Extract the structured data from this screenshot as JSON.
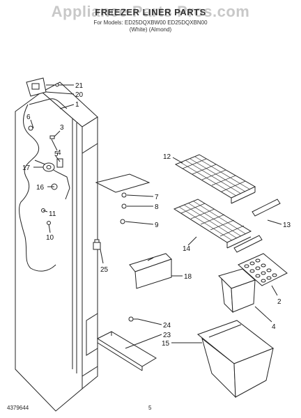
{
  "header": {
    "watermark": "Appliance Parts Pros.com",
    "title": "FREEZER LINER PARTS",
    "subtitle": "For Models: ED25DQXBW00 ED25DQXBN00",
    "variants": "(White)          (Almond)"
  },
  "footer": {
    "doc_number": "4379644",
    "page_number": "5"
  },
  "callouts": [
    "21",
    "20",
    "1",
    "6",
    "3",
    "4",
    "5",
    "17",
    "16",
    "11",
    "10",
    "12",
    "7",
    "8",
    "9",
    "13",
    "14",
    "2",
    "18",
    "25",
    "4",
    "24",
    "23",
    "15"
  ]
}
